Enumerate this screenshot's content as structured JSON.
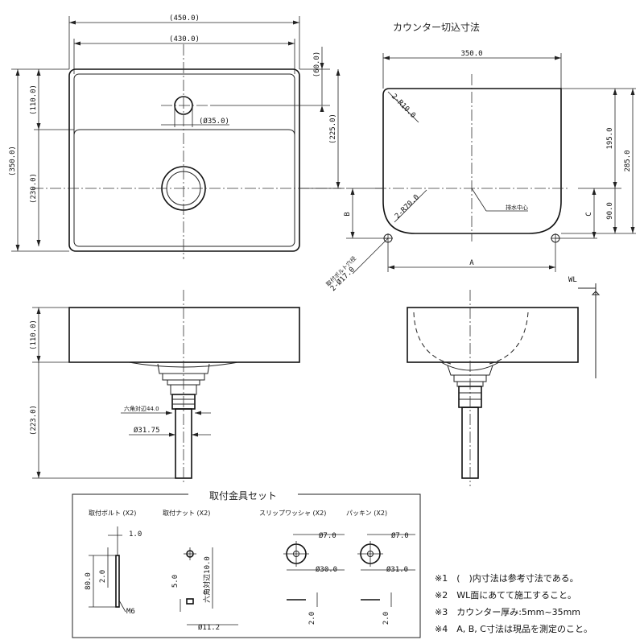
{
  "top_view": {
    "dim_width_outer": "(450.0)",
    "dim_width_inner": "(430.0)",
    "dim_faucet_offset": "(60.0)",
    "dim_hole": "(Ø35.0)",
    "dim_left_110": "(110.0)",
    "dim_left_230": "(230.0)",
    "dim_left_350": "(350.0)",
    "dim_right_225": "(225.0)"
  },
  "cutout_view": {
    "title": "カウンター切込寸法",
    "dim_width": "350.0",
    "dim_corner_r10": "2-R10.0",
    "dim_corner_r70": "2-R70.0",
    "dim_195": "195.0",
    "dim_285": "285.0",
    "dim_90": "90.0",
    "label_drain_center": "排水中心",
    "label_b": "B",
    "label_c": "C",
    "label_a": "A",
    "label_bolt_hole_1": "取付ボルト穴径",
    "label_bolt_hole_2": "2-Ø17.0"
  },
  "front_view": {
    "dim_110": "(110.0)",
    "dim_223": "(223.0)",
    "dim_hex": "六角対辺44.0",
    "dim_pipe": "Ø31.75"
  },
  "side_view": {
    "wl_label": "WL"
  },
  "hardware": {
    "title": "取付金具セット",
    "bolt_label": "取付ボルト (X2)",
    "nut_label": "取付ナット (X2)",
    "washer_label": "スリップワッシャ (X2)",
    "packing_label": "パッキン (X2)",
    "bolt_dim_1": "1.0",
    "bolt_dim_2": "2.0",
    "bolt_dim_80": "80.0",
    "bolt_thread": "M6",
    "nut_dim_5": "5.0",
    "nut_hex": "六角対辺10.0",
    "nut_dia": "Ø11.2",
    "washer_inner": "Ø7.0",
    "washer_outer": "Ø30.0",
    "washer_thk": "2.0",
    "packing_inner": "Ø7.0",
    "packing_outer": "Ø31.0",
    "packing_thk": "2.0"
  },
  "notes": [
    "※1　(　)内寸法は参考寸法である。",
    "※2　WL面にあてて施工すること。",
    "※3　カウンター厚み:5mm~35mm",
    "※4　A, B, C寸法は現品を測定のこと。"
  ]
}
